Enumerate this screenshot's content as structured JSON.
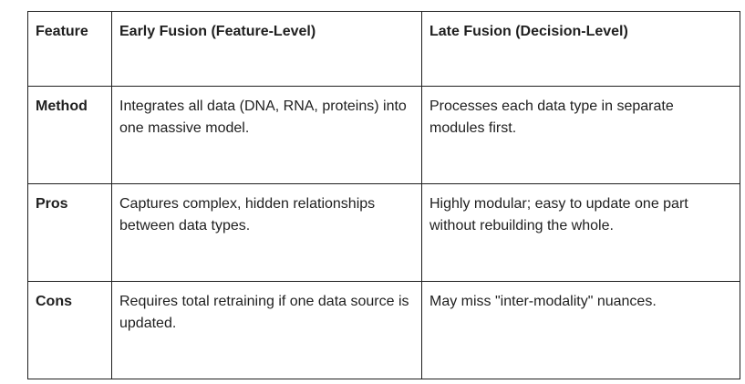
{
  "table": {
    "headers": [
      "Feature",
      "Early Fusion (Feature-Level)",
      "Late Fusion (Decision-Level)"
    ],
    "rows": [
      {
        "feature": "Method",
        "early": "Integrates all data (DNA, RNA, proteins) into one massive model.",
        "late": "Processes each data type in separate modules first."
      },
      {
        "feature": "Pros",
        "early": "Captures complex, hidden relationships between data types.",
        "late": "Highly modular; easy to update one part without rebuilding the whole."
      },
      {
        "feature": "Cons",
        "early": "Requires total retraining if one data source is updated.",
        "late": "May miss \"inter-modality\" nuances."
      }
    ]
  }
}
